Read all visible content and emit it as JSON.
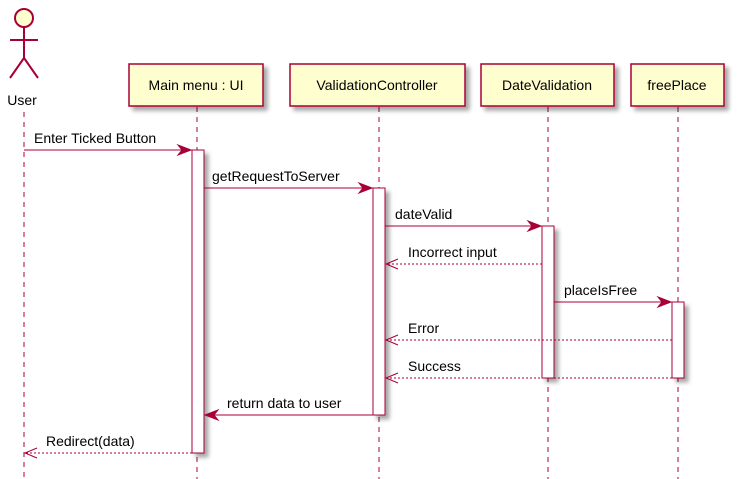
{
  "diagram": {
    "type": "sequence",
    "actor": {
      "label": "User"
    },
    "participants": [
      {
        "id": "ui",
        "label": "Main menu : UI"
      },
      {
        "id": "vc",
        "label": "ValidationController"
      },
      {
        "id": "dv",
        "label": "DateValidation"
      },
      {
        "id": "fp",
        "label": "freePlace"
      }
    ],
    "messages": [
      {
        "from": "user",
        "to": "ui",
        "label": "Enter Ticked Button",
        "style": "solid"
      },
      {
        "from": "ui",
        "to": "vc",
        "label": "getRequestToServer",
        "style": "solid"
      },
      {
        "from": "vc",
        "to": "dv",
        "label": "dateValid",
        "style": "solid"
      },
      {
        "from": "dv",
        "to": "vc",
        "label": "Incorrect input",
        "style": "dashed"
      },
      {
        "from": "dv",
        "to": "fp",
        "label": "placeIsFree",
        "style": "solid"
      },
      {
        "from": "fp",
        "to": "vc",
        "label": "Error",
        "style": "dashed"
      },
      {
        "from": "fp",
        "to": "vc",
        "label": "Success",
        "style": "dashed"
      },
      {
        "from": "vc",
        "to": "ui",
        "label": "return data to user",
        "style": "solid"
      },
      {
        "from": "ui",
        "to": "user",
        "label": "Redirect(data)",
        "style": "dashed"
      }
    ],
    "colors": {
      "participant_fill": "#FEFECE",
      "participant_border": "#A80036",
      "arrow": "#A80036",
      "activation_fill": "#FFFFFF"
    }
  }
}
